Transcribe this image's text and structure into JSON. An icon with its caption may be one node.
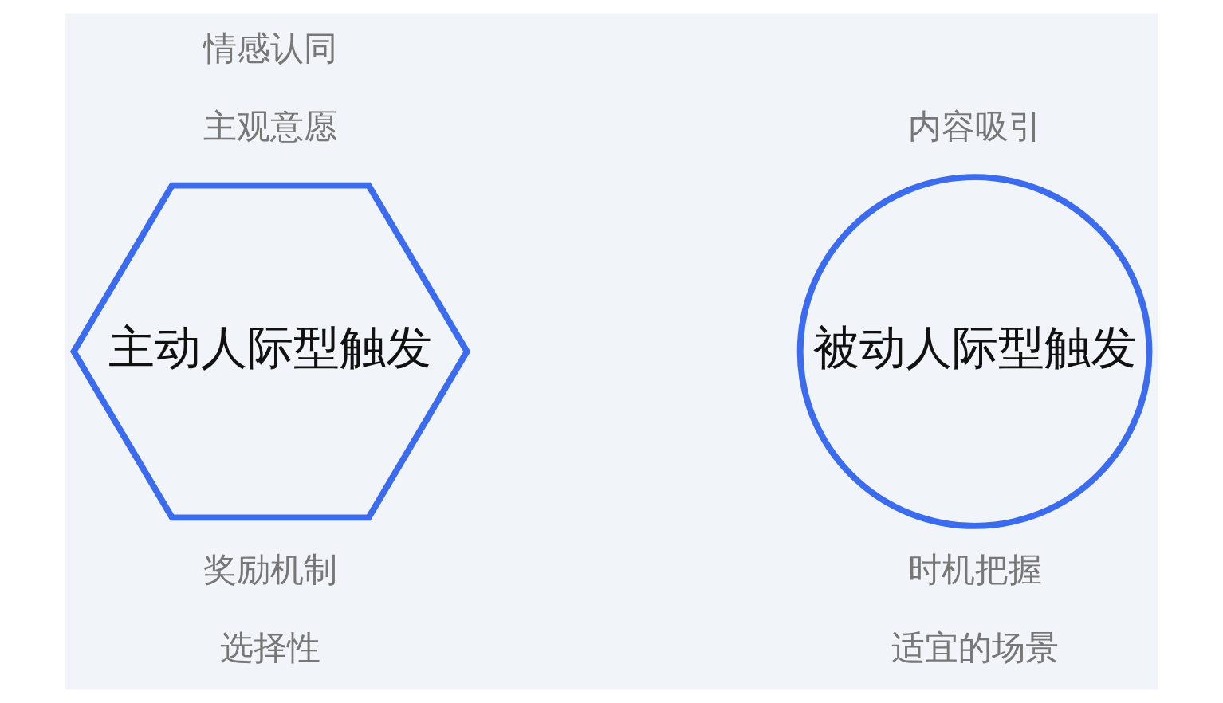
{
  "diagram": {
    "nodes": [
      {
        "text": [
          "主动人际型触发"
        ],
        "beside": [
          "情感认同",
          "主观意愿",
          "奖励机制",
          "选择性"
        ]
      },
      {
        "text": [
          "被动人际型触发"
        ],
        "beside": [
          "内容吸引",
          "时机把握",
          "适宜的场景"
        ]
      }
    ]
  }
}
